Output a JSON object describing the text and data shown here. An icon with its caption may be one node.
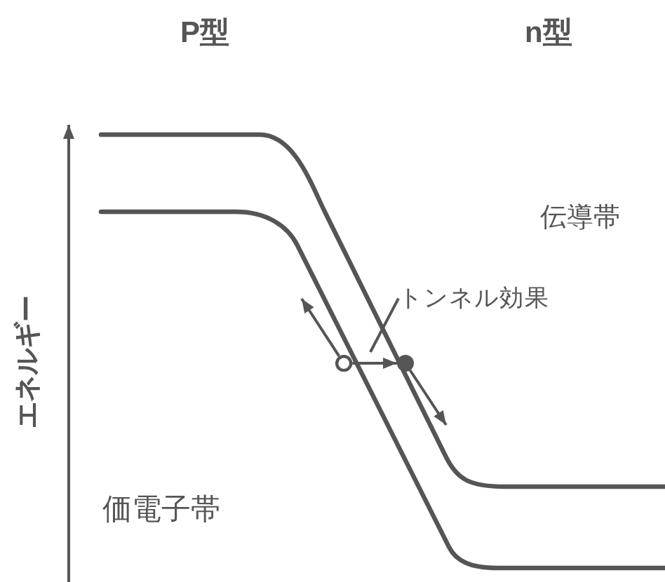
{
  "diagram": {
    "nodes": [
      {
        "text": [
          "トンネル効果"
        ]
      },
      {
        "text": [],
        "shape": "circle"
      },
      {
        "text": [],
        "shape": "circle"
      }
    ],
    "edges": [
      {
        "from": 1,
        "to": 2,
        "arrow": "to"
      },
      {
        "from": 1,
        "to": null,
        "arrow": "to"
      },
      {
        "from": 2,
        "to": null,
        "arrow": "to"
      },
      {
        "from": 0,
        "to": null,
        "arrow": "none"
      }
    ],
    "labels": [
      "P型",
      "n型",
      "伝導帯",
      "エネルギー",
      "価電子帯"
    ]
  }
}
